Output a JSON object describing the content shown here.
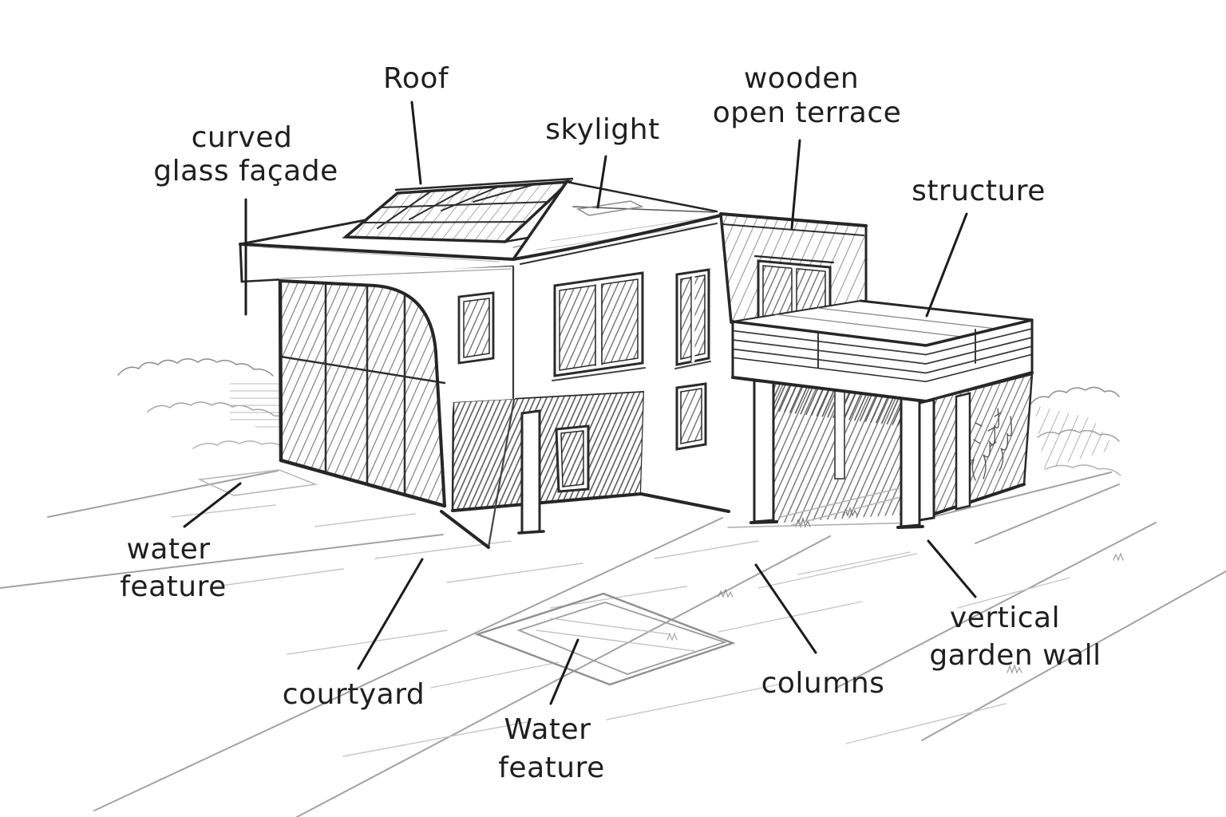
{
  "title": "hand-drawn architectural sketch of a modern house with annotated features",
  "colors": {
    "background": "#ffffff",
    "ink": "#262626",
    "hatch": "#6b6b6b",
    "paving": "#a6a6a6"
  },
  "labels": {
    "roof": {
      "text": "Roof"
    },
    "curved_glass_facade": {
      "line1": "curved",
      "line2": "glass façade"
    },
    "skylight": {
      "text": "skylight"
    },
    "wooden_open_terrace": {
      "line1": "wooden",
      "line2": "open terrace"
    },
    "structure": {
      "text": "structure"
    },
    "water_feature_left": {
      "line1": "water",
      "line2": "feature"
    },
    "courtyard": {
      "text": "courtyard"
    },
    "water_feature_center": {
      "line1": "Water",
      "line2": "feature"
    },
    "columns": {
      "text": "columns"
    },
    "vertical_garden_wall": {
      "line1": "vertical",
      "line2": "garden wall"
    }
  }
}
